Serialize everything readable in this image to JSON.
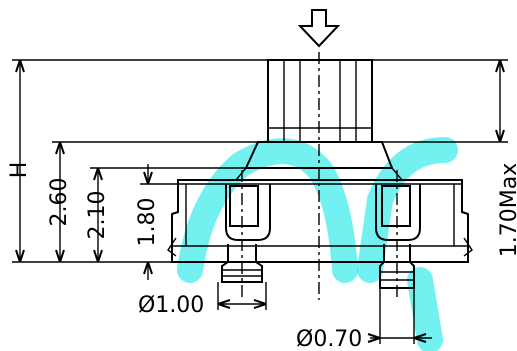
{
  "watermark_color": "#00e5e5",
  "dimensions": {
    "height": "H",
    "d_260": "2.60",
    "d_210": "2.10",
    "d_180": "1.80",
    "d_170max": "1.70Max",
    "dia_100": "Ø1.00",
    "dia_070": "Ø0.70"
  },
  "icons": {
    "press_direction": "down-arrow-icon"
  }
}
